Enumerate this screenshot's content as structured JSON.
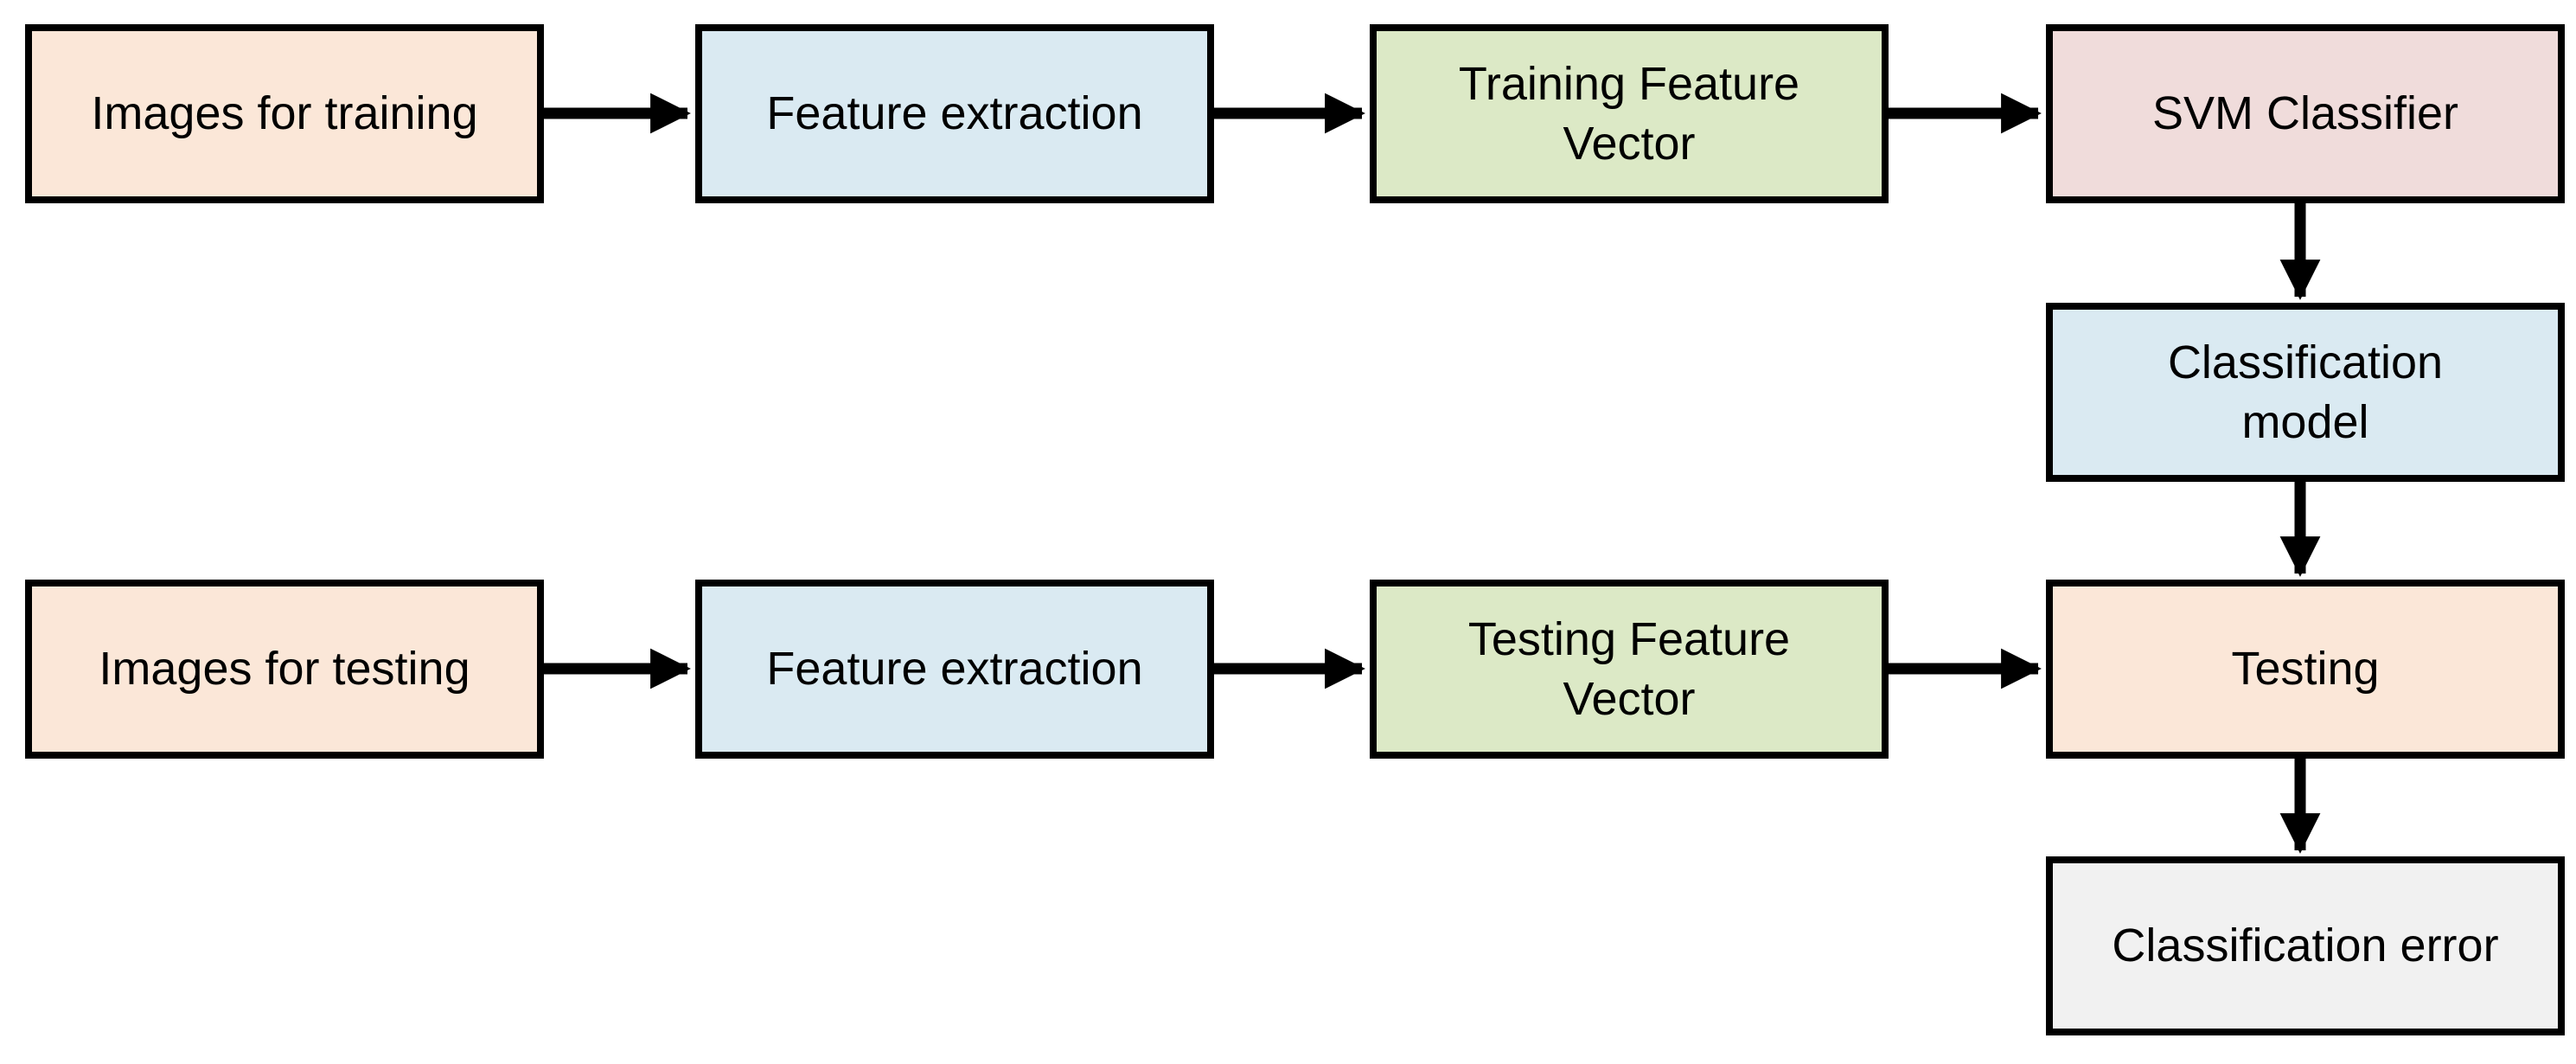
{
  "diagram": {
    "title": "SVM classification pipeline flowchart",
    "background_color": "#ffffff",
    "node_border_color": "#000000",
    "text_color": "#000000",
    "arrow_color": "#000000",
    "fill_colors": {
      "peach": "#FBE7D8",
      "blue": "#DAEAF2",
      "green": "#DCE9C6",
      "pink": "#F0DCDB",
      "gray": "#F1F1F1"
    },
    "nodes": [
      {
        "id": "images-for-training",
        "label": "Images for training",
        "fill": "#FBE7D8"
      },
      {
        "id": "feature-extraction-training",
        "label": "Feature extraction",
        "fill": "#DAEAF2"
      },
      {
        "id": "training-feature-vector",
        "label": "Training Feature\nVector",
        "fill": "#DCE9C6"
      },
      {
        "id": "svm-classifier",
        "label": "SVM Classifier",
        "fill": "#F0DCDB"
      },
      {
        "id": "classification-model",
        "label": "Classification\nmodel",
        "fill": "#DAEAF2"
      },
      {
        "id": "images-for-testing",
        "label": "Images for testing",
        "fill": "#FBE7D8"
      },
      {
        "id": "feature-extraction-testing",
        "label": "Feature extraction",
        "fill": "#DAEAF2"
      },
      {
        "id": "testing-feature-vector",
        "label": "Testing Feature\nVector",
        "fill": "#DCE9C6"
      },
      {
        "id": "testing",
        "label": "Testing",
        "fill": "#FBE7D8"
      },
      {
        "id": "classification-error",
        "label": "Classification error",
        "fill": "#F1F1F1"
      }
    ],
    "edges": [
      {
        "from": "images-for-training",
        "to": "feature-extraction-training",
        "direction": "right"
      },
      {
        "from": "feature-extraction-training",
        "to": "training-feature-vector",
        "direction": "right"
      },
      {
        "from": "training-feature-vector",
        "to": "svm-classifier",
        "direction": "right"
      },
      {
        "from": "svm-classifier",
        "to": "classification-model",
        "direction": "down"
      },
      {
        "from": "classification-model",
        "to": "testing",
        "direction": "down"
      },
      {
        "from": "images-for-testing",
        "to": "feature-extraction-testing",
        "direction": "right"
      },
      {
        "from": "feature-extraction-testing",
        "to": "testing-feature-vector",
        "direction": "right"
      },
      {
        "from": "testing-feature-vector",
        "to": "testing",
        "direction": "right"
      },
      {
        "from": "testing",
        "to": "classification-error",
        "direction": "down"
      }
    ]
  }
}
